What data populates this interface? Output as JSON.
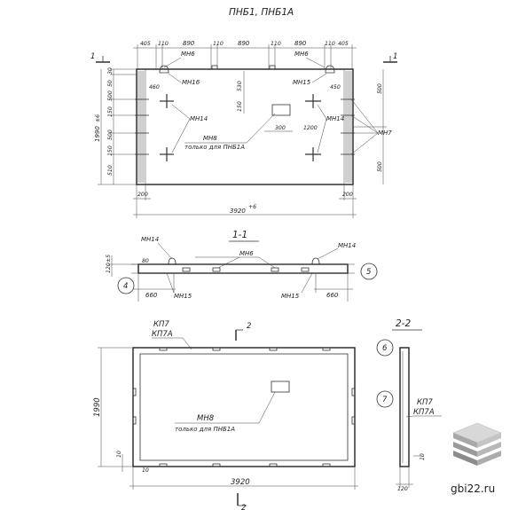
{
  "title": "ПНБ1, ПНБ1А",
  "plan": {
    "top_dims": [
      "405",
      "110",
      "890",
      "110",
      "890",
      "110",
      "890",
      "110",
      "405"
    ],
    "left_dims": [
      "50",
      "500",
      "150",
      "500",
      "150",
      "510"
    ],
    "left_top_dim": "30",
    "right_dims": [
      "500",
      "500"
    ],
    "height_total": "1990",
    "height_tol": "±6",
    "width_total": "3920",
    "width_tol": "+6",
    "bottom_left": "200",
    "bottom_right": "200",
    "dim_460": "460",
    "dim_450": "450",
    "dim_530": "530",
    "dim_150": "150",
    "dim_300": "300",
    "dim_1200": "1200",
    "cut_label": "1",
    "labels": {
      "mn6_left": "МН6",
      "mn6_right": "МН6",
      "mn16": "МН16",
      "mn15": "МН15",
      "mn14_left": "МН14",
      "mn14_right": "МН14",
      "mn7": "МН7",
      "mn8": "МН8",
      "only_pnb1a": "только для ПНБ1А"
    }
  },
  "section11": {
    "title": "1-1",
    "mn14_left": "МН14",
    "mn14_right": "МН14",
    "mn6": "МН6",
    "mn15_left": "МН15",
    "mn15_right": "МН15",
    "dim_left": "660",
    "dim_right": "660",
    "dim_80": "80",
    "dim_120": "120",
    "dim_tol": "±5",
    "circle_left": "4",
    "circle_right": "5"
  },
  "frame": {
    "kp7": "КП7",
    "kp7a": "КП7А",
    "mn8": "МН8",
    "only_pnb1a": "только для ПНБ1А",
    "height": "1990",
    "width": "3920",
    "dim_10a": "10",
    "dim_10b": "10",
    "cut_label_top": "2",
    "cut_label_bottom": "2"
  },
  "section22": {
    "title": "2-2",
    "circle_top": "6",
    "circle_bottom": "7",
    "kp7": "КП7",
    "kp7a": "КП7А",
    "dim_120": "120",
    "dim_10": "10"
  },
  "watermark": {
    "site": "gbi22.ru"
  }
}
